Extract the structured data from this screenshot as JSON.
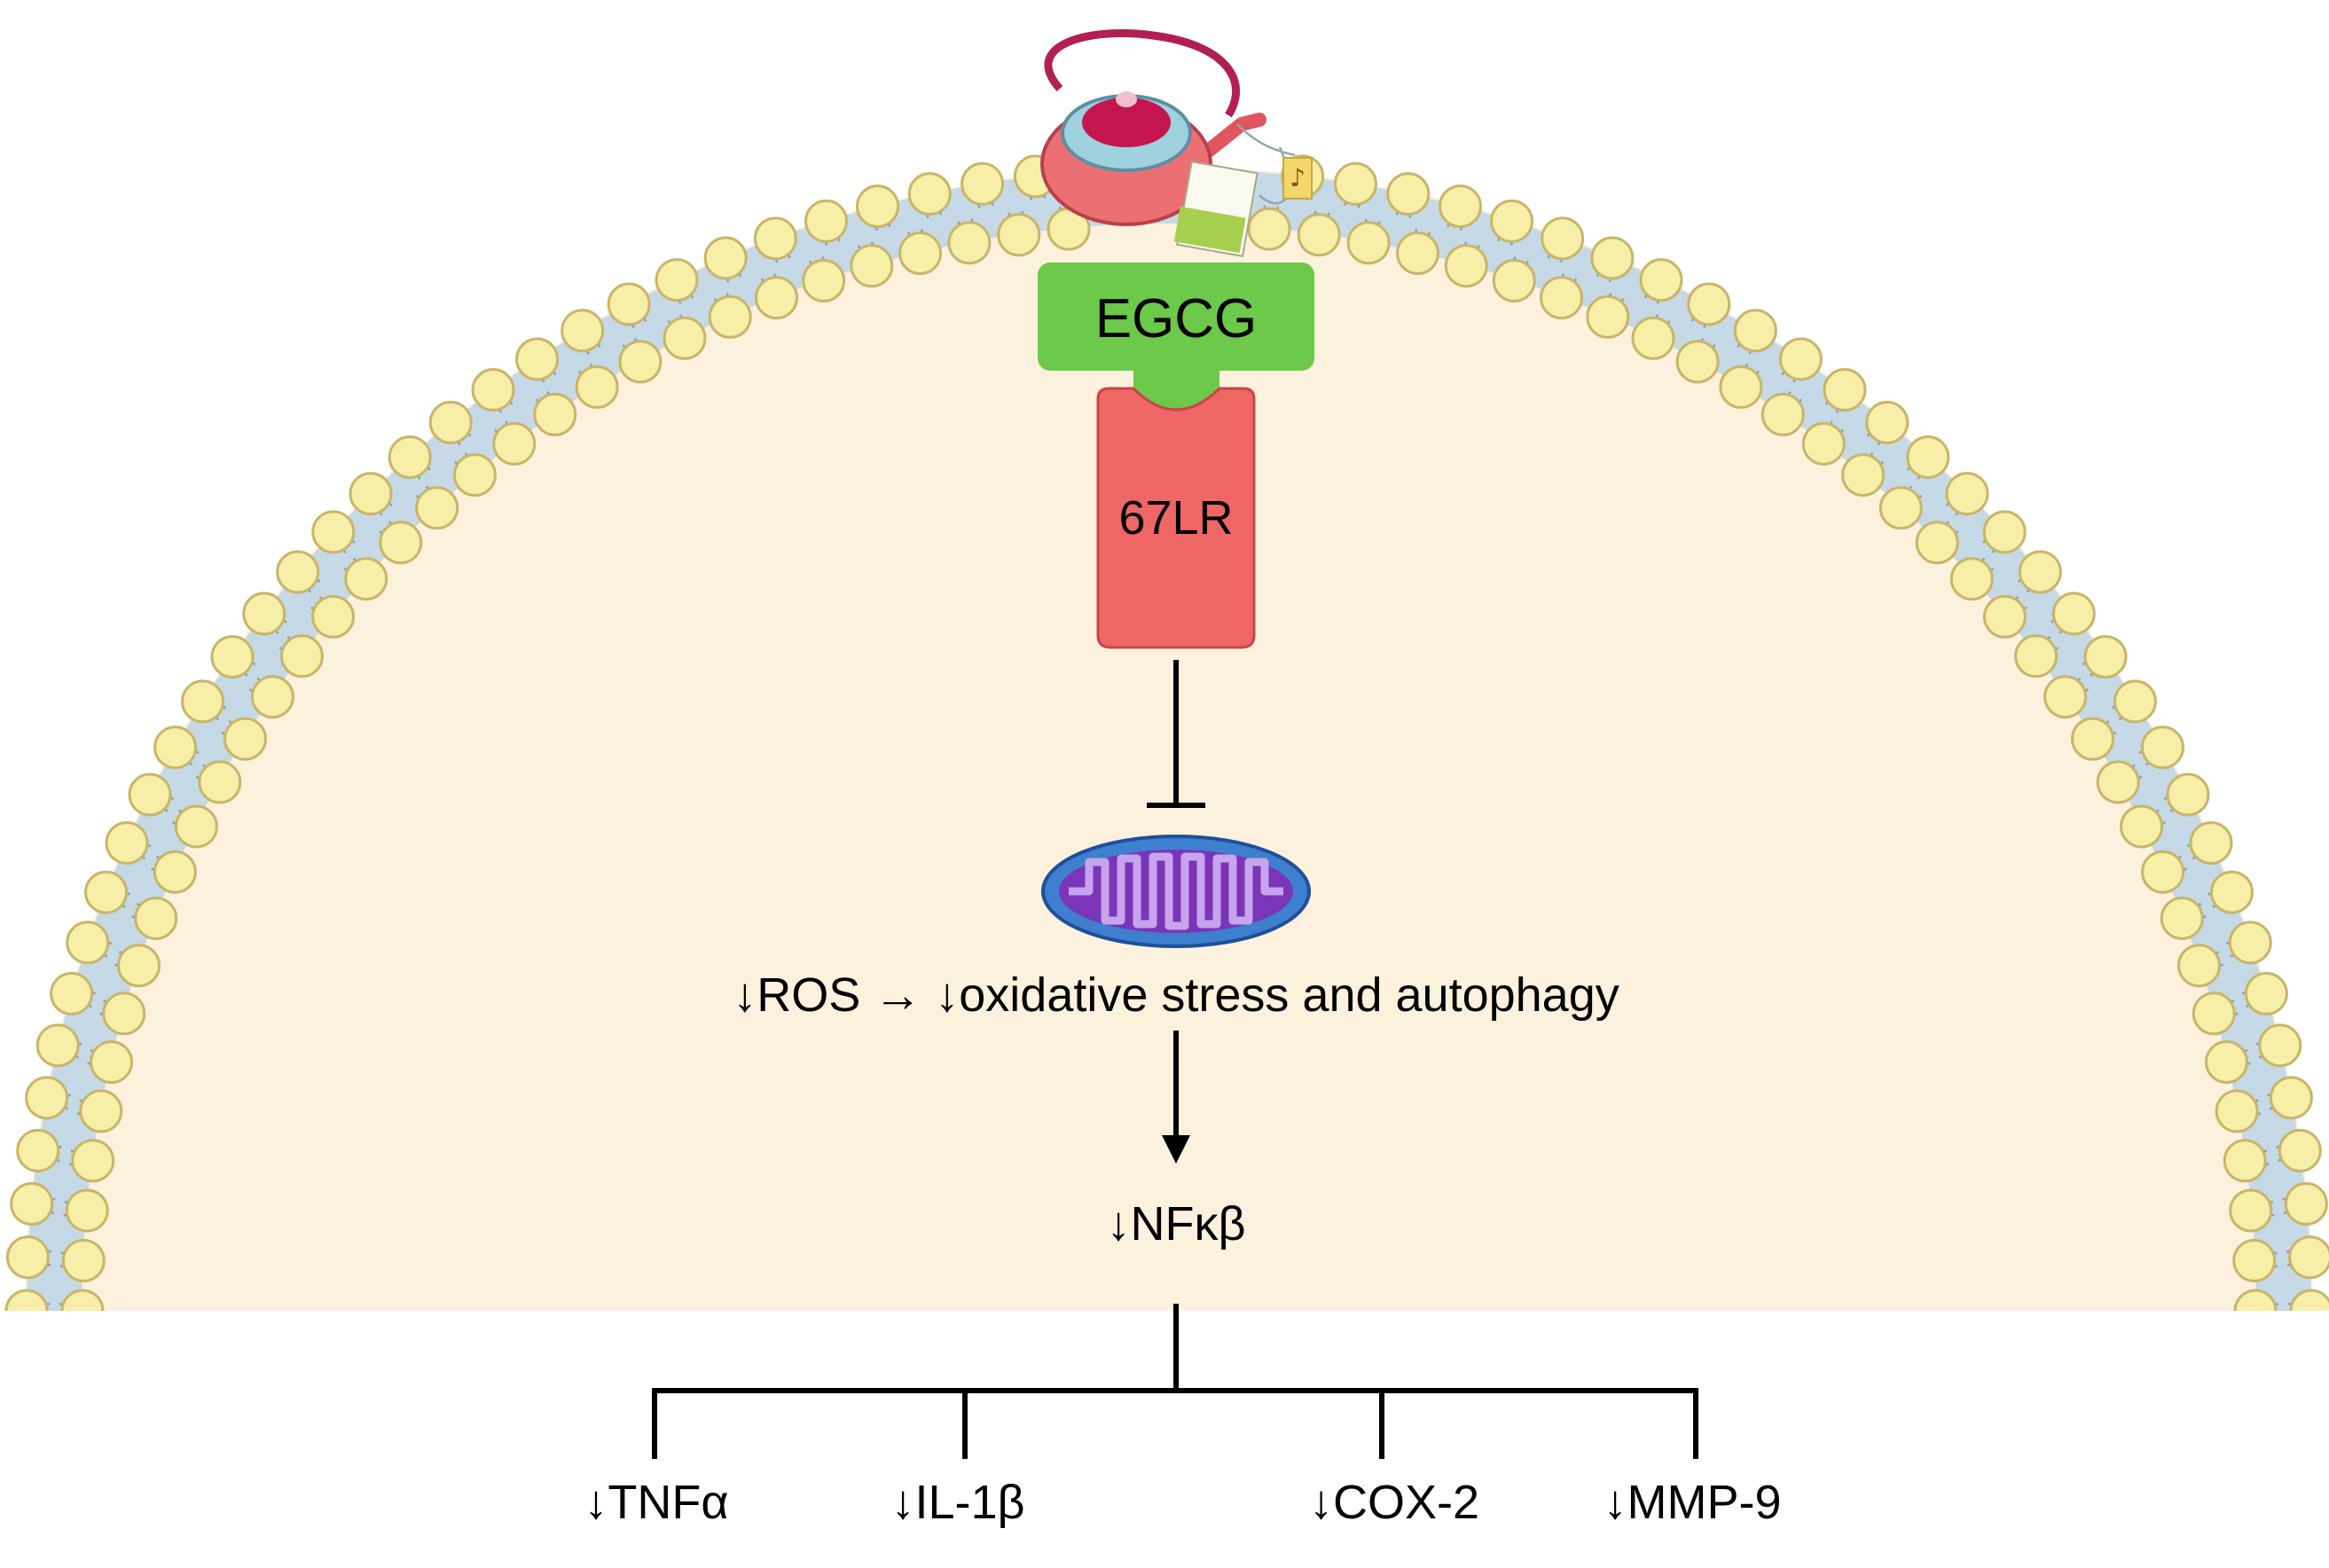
{
  "ligand": {
    "label": "EGCG",
    "color": "#6cc94a"
  },
  "receptor": {
    "label": "67LR",
    "color": "#ee6666"
  },
  "icons": {
    "source": "teapot-teabag-icon",
    "organelle": "mitochondrion-icon"
  },
  "colors": {
    "cytoplasm": "#fbf1dd",
    "lipid_head": "#f7eea7",
    "lipid_head_edge": "#c9b56a",
    "membrane_core": "#c6d9e6",
    "mito_outer": "#3f7fd0",
    "mito_inner": "#7a35b8"
  },
  "pathway": {
    "mito_effect": "↓ROS → ↓oxidative stress and autophagy",
    "transcription_factor": "↓NFκβ",
    "outputs": [
      "↓TNFα",
      "↓IL-1β",
      "↓COX-2",
      "↓MMP-9"
    ]
  }
}
